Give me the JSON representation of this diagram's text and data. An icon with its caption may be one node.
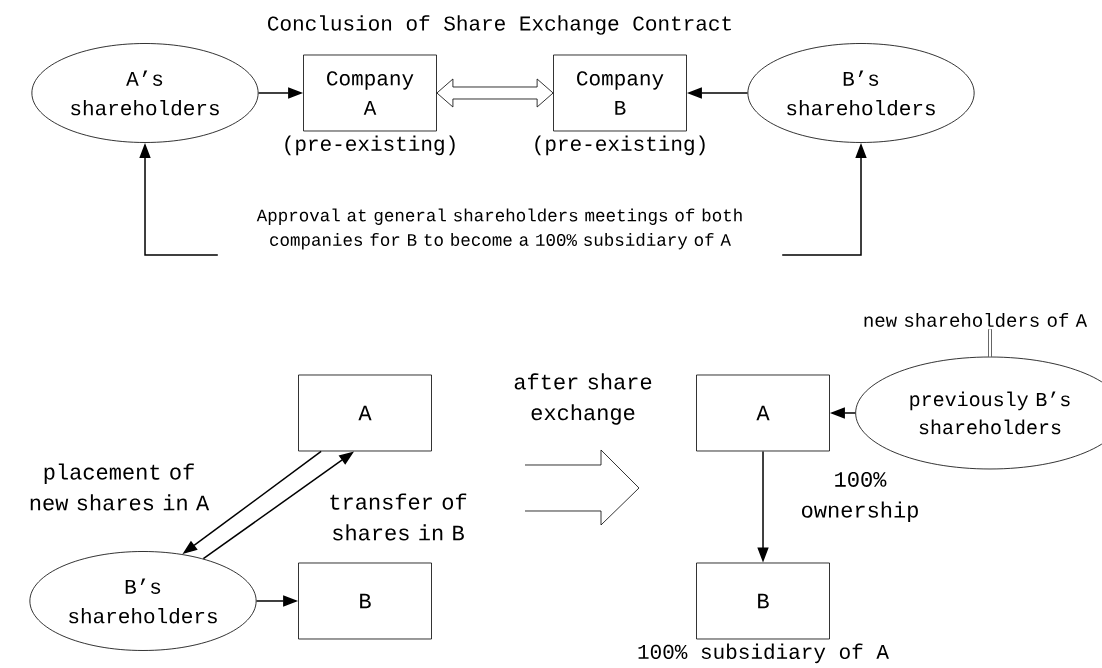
{
  "diagram": {
    "title": "Conclusion of Share Exchange Contract",
    "nodes": [
      {
        "text": [
          "A’s shareholders"
        ]
      },
      {
        "text": [
          "Company A"
        ],
        "beside": [
          "(pre-existing)"
        ]
      },
      {
        "text": [
          "Company B"
        ],
        "beside": [
          "(pre-existing)"
        ]
      },
      {
        "text": [
          "B’s shareholders"
        ]
      },
      {
        "text": [
          "Approval at general shareholders meetings of both companies for B to become a 100% subsidiary of A"
        ]
      },
      {
        "text": [
          "B’s shareholders"
        ]
      },
      {
        "text": [
          "A"
        ]
      },
      {
        "text": [
          "B"
        ]
      },
      {
        "text": [
          "A"
        ]
      },
      {
        "text": [
          "B"
        ],
        "beside": [
          "100% subsidiary of A"
        ]
      },
      {
        "text": [
          "previously B’s shareholders"
        ]
      },
      {
        "text": [
          "new shareholders of A"
        ]
      }
    ],
    "edges": [
      {
        "from": 0,
        "to": 1,
        "arrow": "to"
      },
      {
        "from": 1,
        "to": 2,
        "arrow": "both"
      },
      {
        "from": 3,
        "to": 2,
        "arrow": "to"
      },
      {
        "from": 4,
        "to": 0,
        "arrow": "to"
      },
      {
        "from": 4,
        "to": 3,
        "arrow": "to"
      },
      {
        "from": 6,
        "to": 5,
        "arrow": "to",
        "label": "placement of new shares in A"
      },
      {
        "from": 5,
        "to": 6,
        "arrow": "to",
        "label": "transfer of shares in B"
      },
      {
        "from": 5,
        "to": 7,
        "arrow": "to"
      },
      {
        "from": 10,
        "to": 8,
        "arrow": "to"
      },
      {
        "from": 8,
        "to": 9,
        "arrow": "to",
        "label": "100% ownership"
      },
      {
        "from": 10,
        "to": 11,
        "arrow": "none",
        "style": "thick"
      }
    ],
    "labels": [
      "after share exchange"
    ]
  }
}
